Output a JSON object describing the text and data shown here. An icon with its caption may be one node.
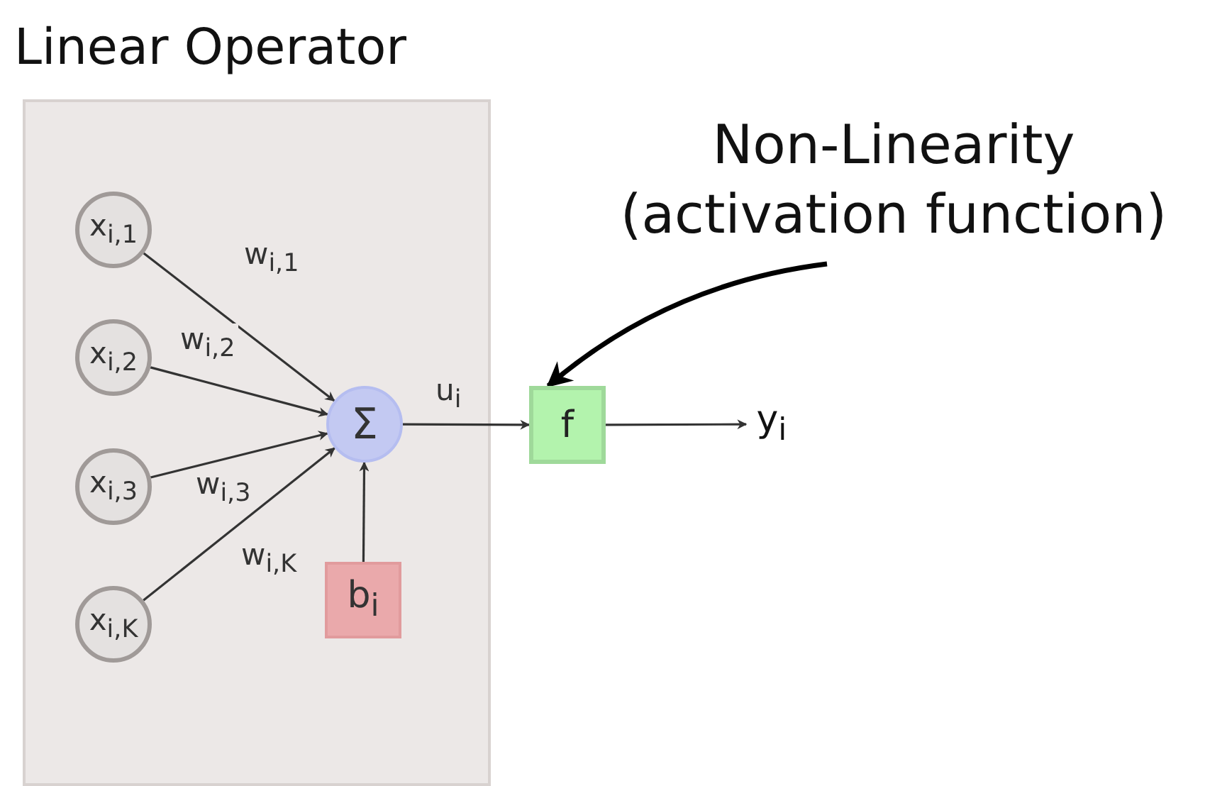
{
  "diagram": {
    "nodes": [
      {
        "text": [
          "Linear Operator"
        ]
      },
      {
        "text": [
          "x$_{i,1}$"
        ],
        "in": 0
      },
      {
        "text": [
          "x$_{i,2}$"
        ],
        "in": 0
      },
      {
        "text": [
          "x$_{i,3}$"
        ],
        "in": 0
      },
      {
        "text": [
          "x$_{i,K}$"
        ],
        "in": 0
      },
      {
        "text": [
          "Σ"
        ],
        "in": 0
      },
      {
        "text": [
          "b$_{i}$"
        ],
        "in": 0
      },
      {
        "text": [
          "f"
        ]
      },
      {
        "text": [
          "y$_{i}$"
        ]
      },
      {
        "text": [
          "Non-Linearity (activation function)"
        ]
      }
    ],
    "edges": [
      {
        "from": 1,
        "to": 5,
        "arrow": "to",
        "label": "w$_{i,1}$"
      },
      {
        "from": 2,
        "to": 5,
        "arrow": "to",
        "label": "w$_{i,2}$"
      },
      {
        "from": 3,
        "to": 5,
        "arrow": "to",
        "label": "w$_{i,3}$"
      },
      {
        "from": 4,
        "to": 5,
        "arrow": "to",
        "label": "w$_{i,K}$"
      },
      {
        "from": 6,
        "to": 5,
        "arrow": "to"
      },
      {
        "from": 5,
        "to": 7,
        "arrow": "to",
        "label": "u$_{i}$"
      },
      {
        "from": 7,
        "to": 8,
        "arrow": "to"
      },
      {
        "from": 9,
        "to": 7,
        "arrow": "to",
        "style": "thick"
      }
    ]
  }
}
